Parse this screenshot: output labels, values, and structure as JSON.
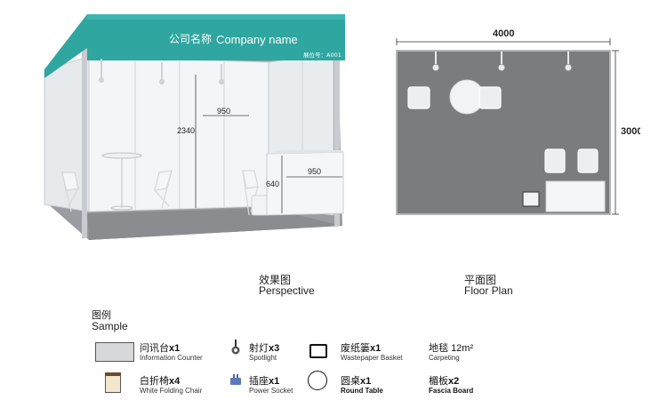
{
  "perspective": {
    "fascia_cn": "公司名称",
    "fascia_en": "Company name",
    "booth_no": "展位号：A001",
    "dim_height": "2340",
    "dim_wall": "950",
    "dim_counter_w": "950",
    "dim_counter_h": "640",
    "caption_cn": "效果图",
    "caption_en": "Perspective"
  },
  "floorplan": {
    "width": "4000",
    "depth": "3000",
    "caption_cn": "平面图",
    "caption_en": "Floor Plan"
  },
  "legend": {
    "title_cn": "图例",
    "title_en": "Sample",
    "items": [
      {
        "cn": "问讯台",
        "qty": "x1",
        "en": "Information Counter",
        "icon": "counter-icon"
      },
      {
        "cn": "射灯",
        "qty": "x3",
        "en": "Spotlight",
        "icon": "spotlight-icon"
      },
      {
        "cn": "废纸篓",
        "qty": "x1",
        "en": "Wastepaper Basket",
        "icon": "basket-icon"
      },
      {
        "cn": "地毯",
        "qty": "12m²",
        "en": "Carpeting",
        "icon": ""
      },
      {
        "cn": "白折椅",
        "qty": "x4",
        "en": "White Folding Chair",
        "icon": "chair-icon"
      },
      {
        "cn": "插座",
        "qty": "x1",
        "en": "Power Socket",
        "icon": "socket-icon"
      },
      {
        "cn": "圆桌",
        "qty": "x1",
        "en": "Round Table",
        "icon": "round-table-icon"
      },
      {
        "cn": "楣板",
        "qty": "x2",
        "en": "Fascia Board",
        "icon": ""
      }
    ]
  },
  "colors": {
    "fascia": "#2fa6a0",
    "floor": "#7b7c7e",
    "panel": "#eef0f2",
    "frame": "#c8ccd0"
  }
}
